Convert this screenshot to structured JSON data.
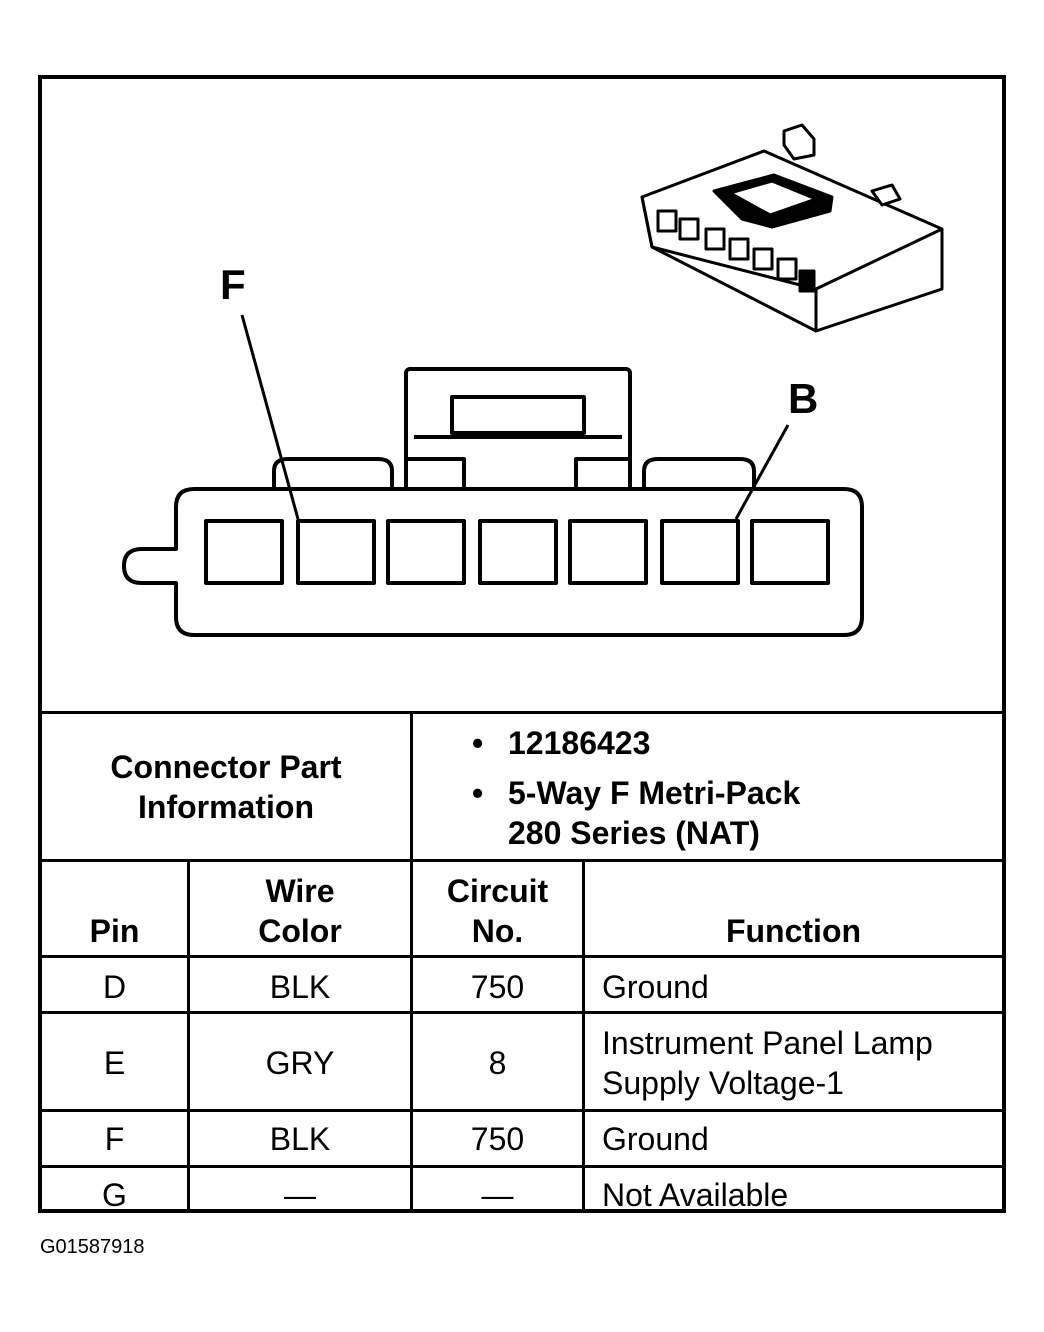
{
  "diagram": {
    "label_f": "F",
    "label_b": "B"
  },
  "info": {
    "title_line1": "Connector Part",
    "title_line2": "Information",
    "bullet": "•",
    "part_number": "12186423",
    "desc_line1": "5-Way F Metri-Pack",
    "desc_line2": "280 Series (NAT)"
  },
  "table": {
    "headers": {
      "pin": "Pin",
      "wire_line1": "Wire",
      "wire_line2": "Color",
      "circuit_line1": "Circuit",
      "circuit_line2": "No.",
      "function": "Function"
    },
    "rows": [
      {
        "pin": "D",
        "wire": "BLK",
        "circuit": "750",
        "function_line1": "Ground",
        "function_line2": ""
      },
      {
        "pin": "E",
        "wire": "GRY",
        "circuit": "8",
        "function_line1": "Instrument Panel Lamp",
        "function_line2": "Supply Voltage-1"
      },
      {
        "pin": "F",
        "wire": "BLK",
        "circuit": "750",
        "function_line1": "Ground",
        "function_line2": ""
      },
      {
        "pin": "G",
        "wire": "—",
        "circuit": "—",
        "function_line1": "Not Available",
        "function_line2": ""
      }
    ]
  },
  "footer": {
    "figure_id": "G01587918"
  }
}
